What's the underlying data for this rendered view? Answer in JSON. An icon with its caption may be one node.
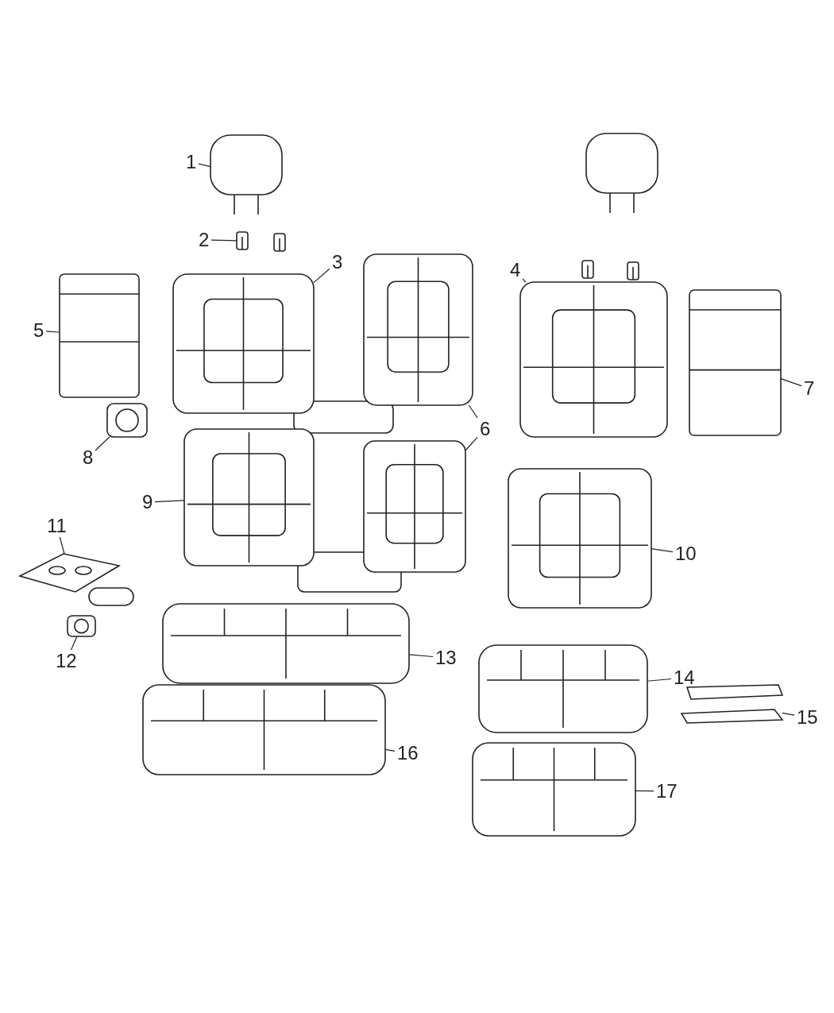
{
  "diagram": {
    "nodes": [
      {
        "text": [
          "1"
        ]
      },
      {
        "text": [
          "2"
        ]
      },
      {
        "text": [
          "3"
        ]
      },
      {
        "text": [
          "4"
        ]
      },
      {
        "text": [
          "5"
        ]
      },
      {
        "text": [
          "6"
        ]
      },
      {
        "text": [
          "7"
        ]
      },
      {
        "text": [
          "8"
        ]
      },
      {
        "text": [
          "9"
        ]
      },
      {
        "text": [
          "10"
        ]
      },
      {
        "text": [
          "11"
        ]
      },
      {
        "text": [
          "12"
        ]
      },
      {
        "text": [
          "13"
        ]
      },
      {
        "text": [
          "14"
        ]
      },
      {
        "text": [
          "15"
        ]
      },
      {
        "text": [
          "16"
        ]
      },
      {
        "text": [
          "17"
        ]
      },
      {
        "text": [],
        "shape": "picture"
      },
      {
        "text": [],
        "shape": "picture"
      },
      {
        "text": [],
        "shape": "picture"
      },
      {
        "text": [],
        "shape": "picture"
      },
      {
        "text": [],
        "shape": "picture"
      },
      {
        "text": [],
        "shape": "picture"
      },
      {
        "text": [],
        "shape": "picture"
      },
      {
        "text": [],
        "shape": "picture"
      },
      {
        "text": [],
        "shape": "picture"
      },
      {
        "text": [],
        "shape": "picture"
      },
      {
        "text": [],
        "shape": "picture"
      },
      {
        "text": [],
        "shape": "picture"
      },
      {
        "text": [],
        "shape": "picture"
      },
      {
        "text": [],
        "shape": "picture"
      },
      {
        "text": [],
        "shape": "picture"
      },
      {
        "text": [],
        "shape": "picture"
      },
      {
        "text": [],
        "shape": "picture"
      },
      {
        "text": [],
        "shape": "picture"
      }
    ],
    "edges": [
      {
        "from": 0,
        "to": 17,
        "arrow": "none"
      },
      {
        "from": 1,
        "to": 18,
        "arrow": "none"
      },
      {
        "from": 2,
        "to": 19,
        "arrow": "none"
      },
      {
        "from": 3,
        "to": 20,
        "arrow": "none"
      },
      {
        "from": 4,
        "to": 21,
        "arrow": "none"
      },
      {
        "from": 5,
        "to": 22,
        "arrow": "none"
      },
      {
        "from": 5,
        "to": 23,
        "arrow": "none"
      },
      {
        "from": 6,
        "to": 24,
        "arrow": "none"
      },
      {
        "from": 7,
        "to": 25,
        "arrow": "none"
      },
      {
        "from": 8,
        "to": 26,
        "arrow": "none"
      },
      {
        "from": 9,
        "to": 27,
        "arrow": "none"
      },
      {
        "from": 10,
        "to": 28,
        "arrow": "none"
      },
      {
        "from": 11,
        "to": 29,
        "arrow": "none"
      },
      {
        "from": 12,
        "to": 30,
        "arrow": "none"
      },
      {
        "from": 13,
        "to": 31,
        "arrow": "none"
      },
      {
        "from": 14,
        "to": 32,
        "arrow": "none"
      },
      {
        "from": 15,
        "to": 33,
        "arrow": "none"
      },
      {
        "from": 16,
        "to": 34,
        "arrow": "none"
      }
    ]
  }
}
